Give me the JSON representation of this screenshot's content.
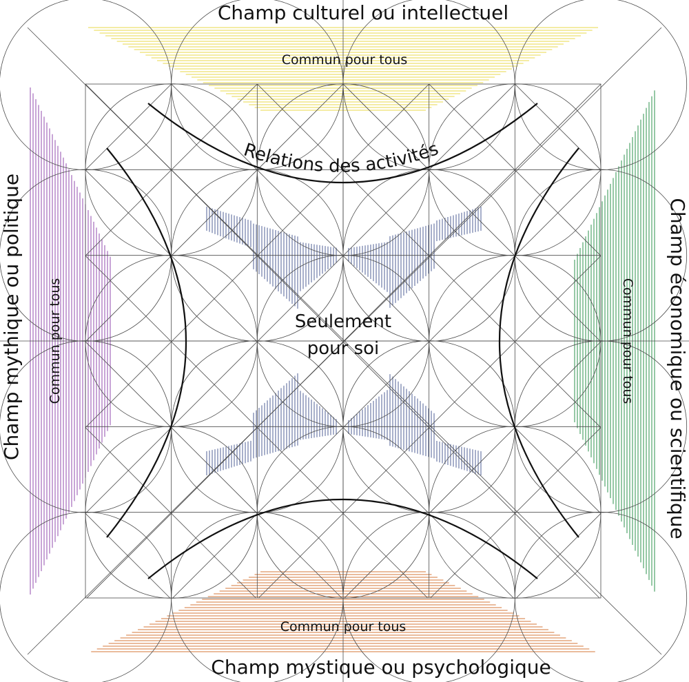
{
  "fields": {
    "top": "Champ culturel ou intellectuel",
    "right": "Champ économique ou scientifique",
    "bottom": "Champ mystique ou psychologique",
    "left": "Champ mythique ou politique"
  },
  "common": {
    "top": "Commun pour tous",
    "right": "Commun pour tous",
    "bottom": "Commun pour tous",
    "left": "Commun pour tous"
  },
  "center": {
    "line1": "Seulement",
    "line2": "pour soi"
  },
  "arc_label": "Relations des activités",
  "colors": {
    "top": "#e8d84a",
    "right": "#3f9a5c",
    "bottom": "#d4773a",
    "left": "#9b5bb5",
    "center": "#4f5f95",
    "grid": "#4a4a4a",
    "curve": "#111111"
  }
}
